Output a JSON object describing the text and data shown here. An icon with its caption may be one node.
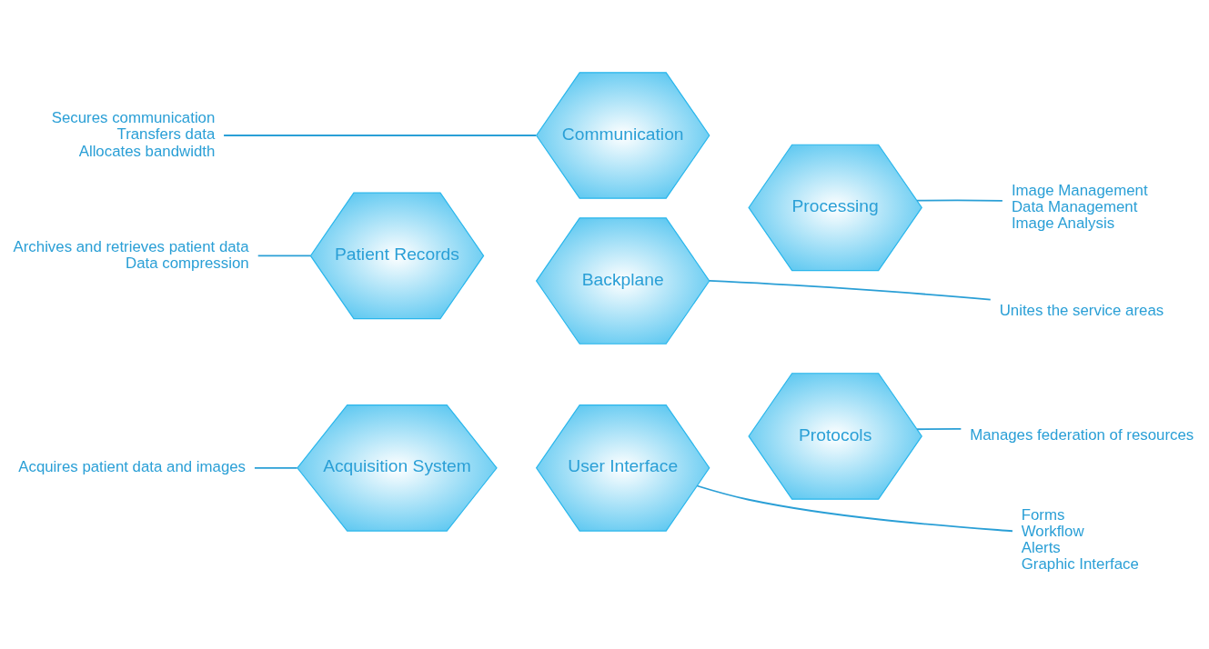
{
  "diagram": {
    "nodes": [
      {
        "text": [
          "User Interface"
        ]
      },
      {
        "text": [
          "Acquisition System"
        ]
      },
      {
        "text": [
          "Protocols"
        ]
      },
      {
        "text": [
          "Backplane"
        ]
      },
      {
        "text": [
          "Patient Records"
        ]
      },
      {
        "text": [
          "Processing"
        ]
      },
      {
        "text": [
          "Communication"
        ]
      },
      {
        "text": [
          "Forms",
          "Workflow",
          "Alerts",
          "Graphic Interface"
        ]
      },
      {
        "text": [
          "Acquires patient data and images"
        ]
      },
      {
        "text": [
          "Manages federation of resources"
        ]
      },
      {
        "text": [
          "Unites the service areas"
        ]
      },
      {
        "text": [
          "Archives and retrieves patient data",
          "Data compression"
        ]
      },
      {
        "text": [
          "Image Management",
          "Data Management",
          "Image Analysis"
        ]
      },
      {
        "text": [
          "Secures communication",
          "Transfers data",
          "Allocates bandwidth"
        ]
      }
    ],
    "edges": [
      {
        "from": 7,
        "to": 0,
        "arrow": "none"
      },
      {
        "from": 8,
        "to": 1,
        "arrow": "none"
      },
      {
        "from": 9,
        "to": 2,
        "arrow": "none"
      },
      {
        "from": 10,
        "to": 3,
        "arrow": "none"
      },
      {
        "from": 11,
        "to": 4,
        "arrow": "none"
      },
      {
        "from": 12,
        "to": 5,
        "arrow": "none"
      },
      {
        "from": 13,
        "to": 6,
        "arrow": "none"
      }
    ]
  }
}
